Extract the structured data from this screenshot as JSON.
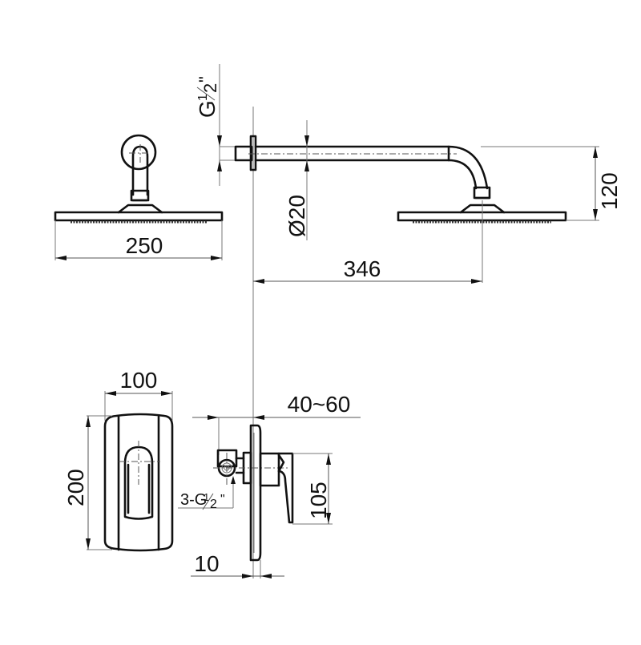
{
  "drawing": {
    "title": "Concealed shower set technical drawing",
    "units": "mm",
    "background": "#ffffff",
    "line_color": "#111111"
  },
  "dimensions": {
    "head_diameter": "250",
    "wall_distance": "346",
    "drop_height": "120",
    "arm_diameter": "Ø20",
    "inlet_thread_prefix": "G",
    "inlet_thread_num": "1",
    "inlet_thread_den": "2",
    "inlet_thread_suffix": "\"",
    "plate_width": "100",
    "plate_height": "200",
    "install_depth": "40~60",
    "lever_height": "105",
    "plate_thickness": "10",
    "valve_thread_prefix": "3-G",
    "valve_thread_num": "1",
    "valve_thread_den": "2",
    "valve_thread_suffix": "\""
  },
  "views": [
    {
      "name": "shower-head-front-view"
    },
    {
      "name": "shower-arm-side-view"
    },
    {
      "name": "valve-plate-front-view"
    },
    {
      "name": "valve-side-view"
    }
  ]
}
